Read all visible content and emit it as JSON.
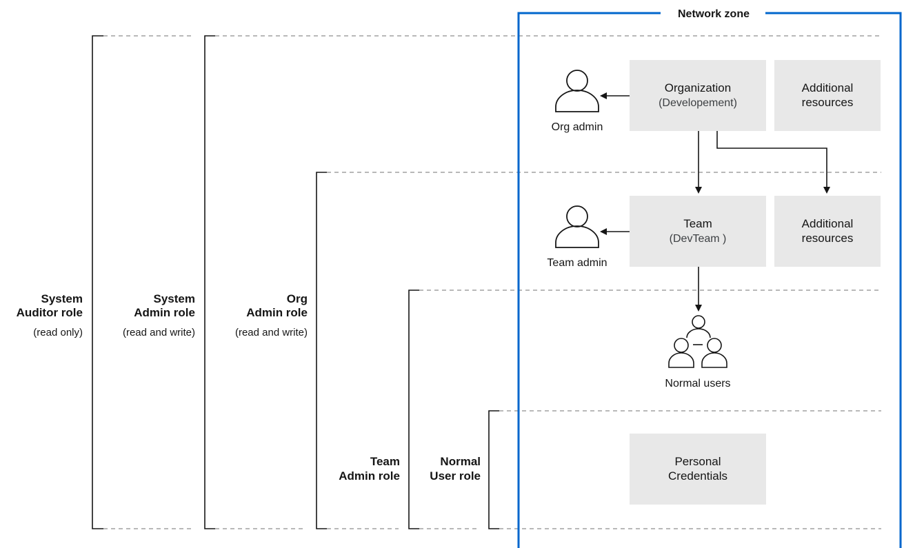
{
  "network_zone": {
    "title": "Network zone"
  },
  "roles": {
    "system_auditor": {
      "line1": "System",
      "line2": "Auditor role",
      "note": "(read only)"
    },
    "system_admin": {
      "line1": "System",
      "line2": "Admin role",
      "note": "(read and write)"
    },
    "org_admin": {
      "line1": "Org",
      "line2": "Admin role",
      "note": "(read and write)"
    },
    "team_admin": {
      "line1": "Team",
      "line2": "Admin role"
    },
    "normal_user": {
      "line1": "Normal",
      "line2": "User role"
    }
  },
  "boxes": {
    "organization": {
      "line1": "Organization",
      "line2": "(Developement)"
    },
    "org_resources": {
      "line1": "Additional",
      "line2": "resources"
    },
    "team": {
      "line1": "Team",
      "line2": "(DevTeam )"
    },
    "team_resources": {
      "line1": "Additional",
      "line2": "resources"
    },
    "personal_credentials": {
      "line1": "Personal",
      "line2": "Credentials"
    }
  },
  "people": {
    "org_admin": "Org admin",
    "team_admin": "Team admin",
    "normal_users": "Normal users"
  },
  "colors": {
    "zone_border": "#0066cc",
    "box_fill": "#e8e8e8",
    "bracket": "#151515",
    "dashed": "#a0a0a0"
  }
}
